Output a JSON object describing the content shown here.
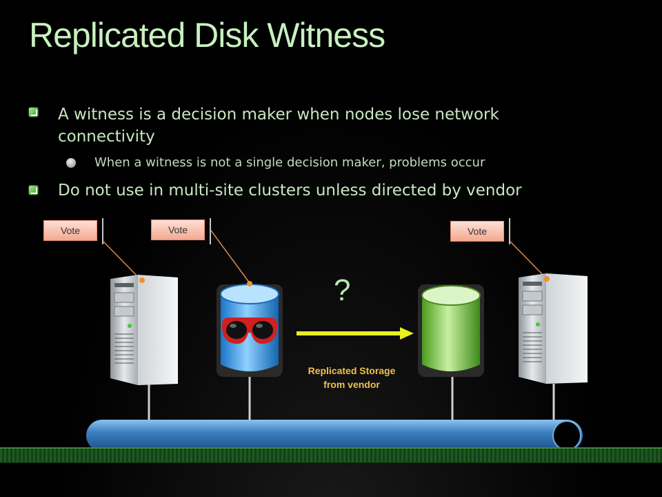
{
  "slide": {
    "title": "Replicated Disk Witness",
    "bullets": [
      "A witness is a decision maker when nodes lose network connectivity",
      "When a witness is not a single decision maker, problems occur",
      "Do not use in multi-site clusters unless directed by vendor"
    ]
  },
  "diagram": {
    "vote_labels": [
      "Vote",
      "Vote",
      "Vote"
    ],
    "question": "?",
    "replication_label": [
      "Replicated Storage",
      "from vendor"
    ],
    "colors": {
      "title": "#c8f0c0",
      "accent_green": "#3d9a2e",
      "vote_fill": "#f4a890",
      "network_blue": "#3a7fc0",
      "arrow_yellow": "#e8f020",
      "label_gold": "#f0c24a"
    },
    "icons": [
      "server-icon",
      "database-icon",
      "sunglasses-icon",
      "network-pipe-icon",
      "arrow-icon"
    ]
  }
}
